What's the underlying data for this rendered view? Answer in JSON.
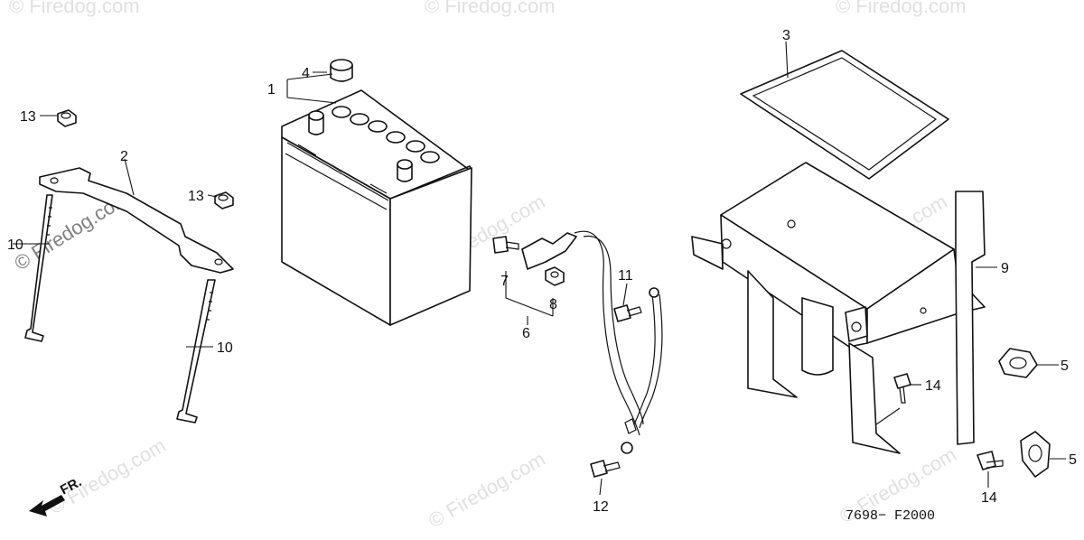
{
  "diagram": {
    "callouts": {
      "c1": "1",
      "c2": "2",
      "c3": "3",
      "c4": "4",
      "c5a": "5",
      "c5b": "5",
      "c6": "6",
      "c7": "7",
      "c8": "8",
      "c9": "9",
      "c10a": "10",
      "c10b": "10",
      "c11": "11",
      "c12": "12",
      "c13a": "13",
      "c13b": "13",
      "c14a": "14",
      "c14b": "14"
    },
    "direction_label": "FR.",
    "drawing_code": "7698− F2000",
    "watermark": "© Firedog.com"
  }
}
